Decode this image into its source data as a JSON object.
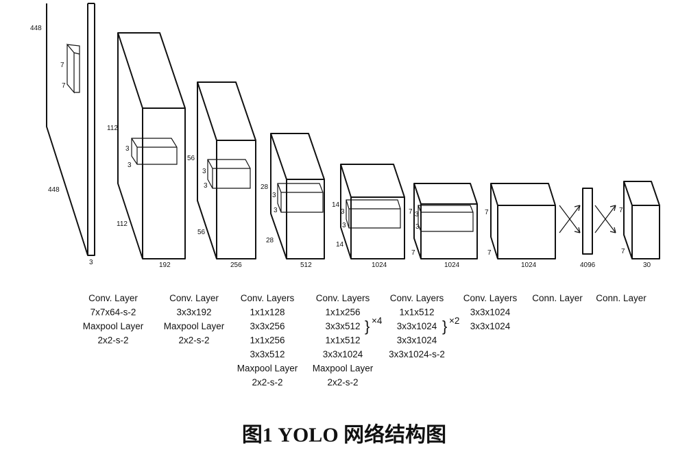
{
  "figure": {
    "title": "图1 YOLO 网络结构图",
    "input": {
      "height": "448",
      "width": "448",
      "depth": "3",
      "kernel_h": "7",
      "kernel_w": "7"
    },
    "layers": [
      {
        "id": "b1",
        "height": "112",
        "width": "112",
        "depth": "192",
        "kernel_h": "3",
        "kernel_w": "3"
      },
      {
        "id": "b2",
        "height": "56",
        "width": "56",
        "depth": "256",
        "kernel_h": "3",
        "kernel_w": "3"
      },
      {
        "id": "b3",
        "height": "28",
        "width": "28",
        "depth": "512",
        "kernel_h": "3",
        "kernel_w": "3"
      },
      {
        "id": "b4",
        "height": "14",
        "width": "14",
        "depth": "1024",
        "kernel_h": "3",
        "kernel_w": "3"
      },
      {
        "id": "b5",
        "height": "7",
        "width": "7",
        "depth": "1024",
        "kernel_h": "3",
        "kernel_w": "3"
      },
      {
        "id": "b6",
        "height": "7",
        "width": "7",
        "depth": "1024"
      },
      {
        "id": "fc1",
        "depth": "4096"
      },
      {
        "id": "out",
        "height": "7",
        "width": "7",
        "depth": "30"
      }
    ],
    "captions": [
      {
        "lines": [
          "Conv. Layer",
          "7x7x64-s-2",
          "Maxpool Layer",
          "2x2-s-2"
        ]
      },
      {
        "lines": [
          "Conv. Layer",
          "3x3x192",
          "Maxpool Layer",
          "2x2-s-2"
        ]
      },
      {
        "lines": [
          "Conv. Layers",
          "1x1x128",
          "3x3x256",
          "1x1x256",
          "3x3x512",
          "Maxpool Layer",
          "2x2-s-2"
        ]
      },
      {
        "lines": [
          "Conv. Layers",
          "1x1x256",
          "3x3x512",
          "1x1x512",
          "3x3x1024",
          "Maxpool Layer",
          "2x2-s-2"
        ],
        "repeat": "×4"
      },
      {
        "lines": [
          "Conv. Layers",
          "1x1x512",
          "3x3x1024",
          "3x3x1024",
          "3x3x1024-s-2"
        ],
        "repeat": "×2"
      },
      {
        "lines": [
          "Conv. Layers",
          "3x3x1024",
          "3x3x1024"
        ]
      },
      {
        "lines": [
          "Conn. Layer"
        ]
      },
      {
        "lines": [
          "Conn. Layer"
        ]
      }
    ]
  }
}
